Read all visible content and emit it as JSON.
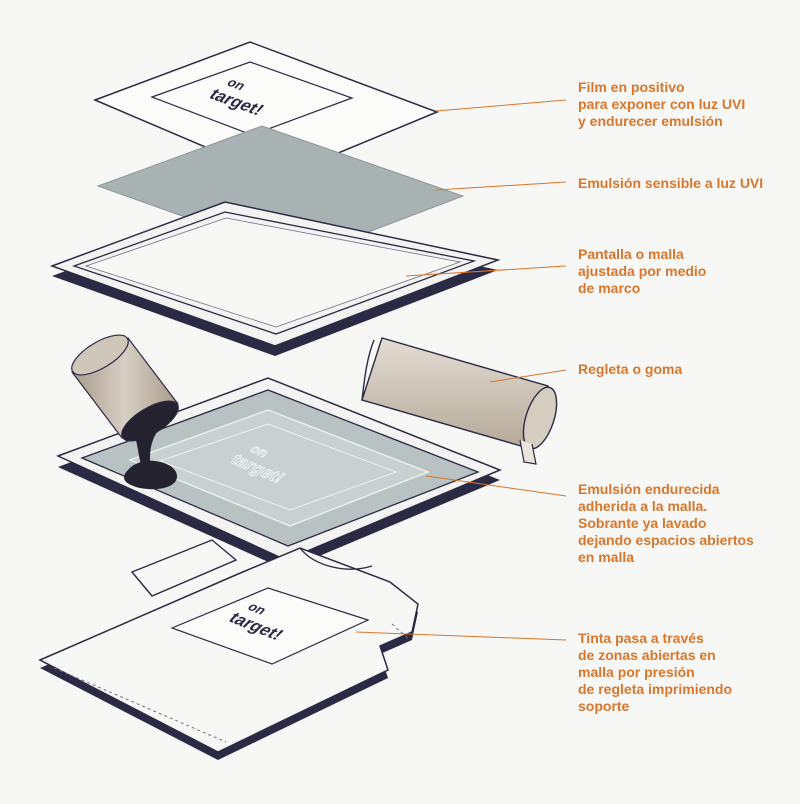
{
  "labels": {
    "film": "Film en positivo\npara exponer con luz UVI\ny endurecer emulsión",
    "emulsion": "Emulsión sensible a luz UVI",
    "screen": "Pantalla o malla\najustada por medio\nde marco",
    "squeegee": "Regleta o goma",
    "hardened": "Emulsión endurecida\nadherida a la malla.\nSobrante ya lavado\ndejando espacios abiertos\nen malla",
    "ink": "Tinta pasa a través\nde zonas abiertas en\nmalla por presión\nde regleta imprimiendo\nsoporte"
  },
  "logo_text": {
    "line1": "on",
    "line2": "target!"
  },
  "colors": {
    "label": "#d9762b",
    "outline": "#2b2a44",
    "emulsion": "#a9b2b2",
    "mesh": "#b8c2c2",
    "squeegee": "#c9bfb2",
    "ink": "#23222e",
    "leader": "#d9762b"
  }
}
